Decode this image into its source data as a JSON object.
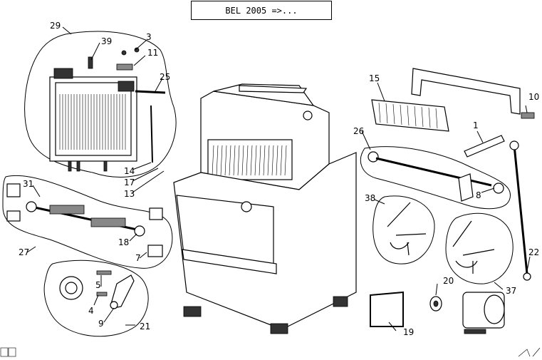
{
  "header": {
    "title": "BEL 2005 =>..."
  },
  "callouts": [
    {
      "id": "c29",
      "text": "29"
    },
    {
      "id": "c39",
      "text": "39"
    },
    {
      "id": "c3",
      "text": "3"
    },
    {
      "id": "c11",
      "text": "11"
    },
    {
      "id": "c25",
      "text": "25"
    },
    {
      "id": "c14",
      "text": "14"
    },
    {
      "id": "c17",
      "text": "17"
    },
    {
      "id": "c13",
      "text": "13"
    },
    {
      "id": "c15",
      "text": "15"
    },
    {
      "id": "c10",
      "text": "10"
    },
    {
      "id": "c1",
      "text": "1"
    },
    {
      "id": "c26",
      "text": "26"
    },
    {
      "id": "c8",
      "text": "8"
    },
    {
      "id": "c31",
      "text": "31"
    },
    {
      "id": "c18",
      "text": "18"
    },
    {
      "id": "c27",
      "text": "27"
    },
    {
      "id": "c7",
      "text": "7"
    },
    {
      "id": "c38",
      "text": "38"
    },
    {
      "id": "c22",
      "text": "22"
    },
    {
      "id": "c37",
      "text": "37"
    },
    {
      "id": "c5",
      "text": "5"
    },
    {
      "id": "c4",
      "text": "4"
    },
    {
      "id": "c9",
      "text": "9"
    },
    {
      "id": "c21",
      "text": "21"
    },
    {
      "id": "c20",
      "text": "20"
    },
    {
      "id": "c19",
      "text": "19"
    }
  ]
}
